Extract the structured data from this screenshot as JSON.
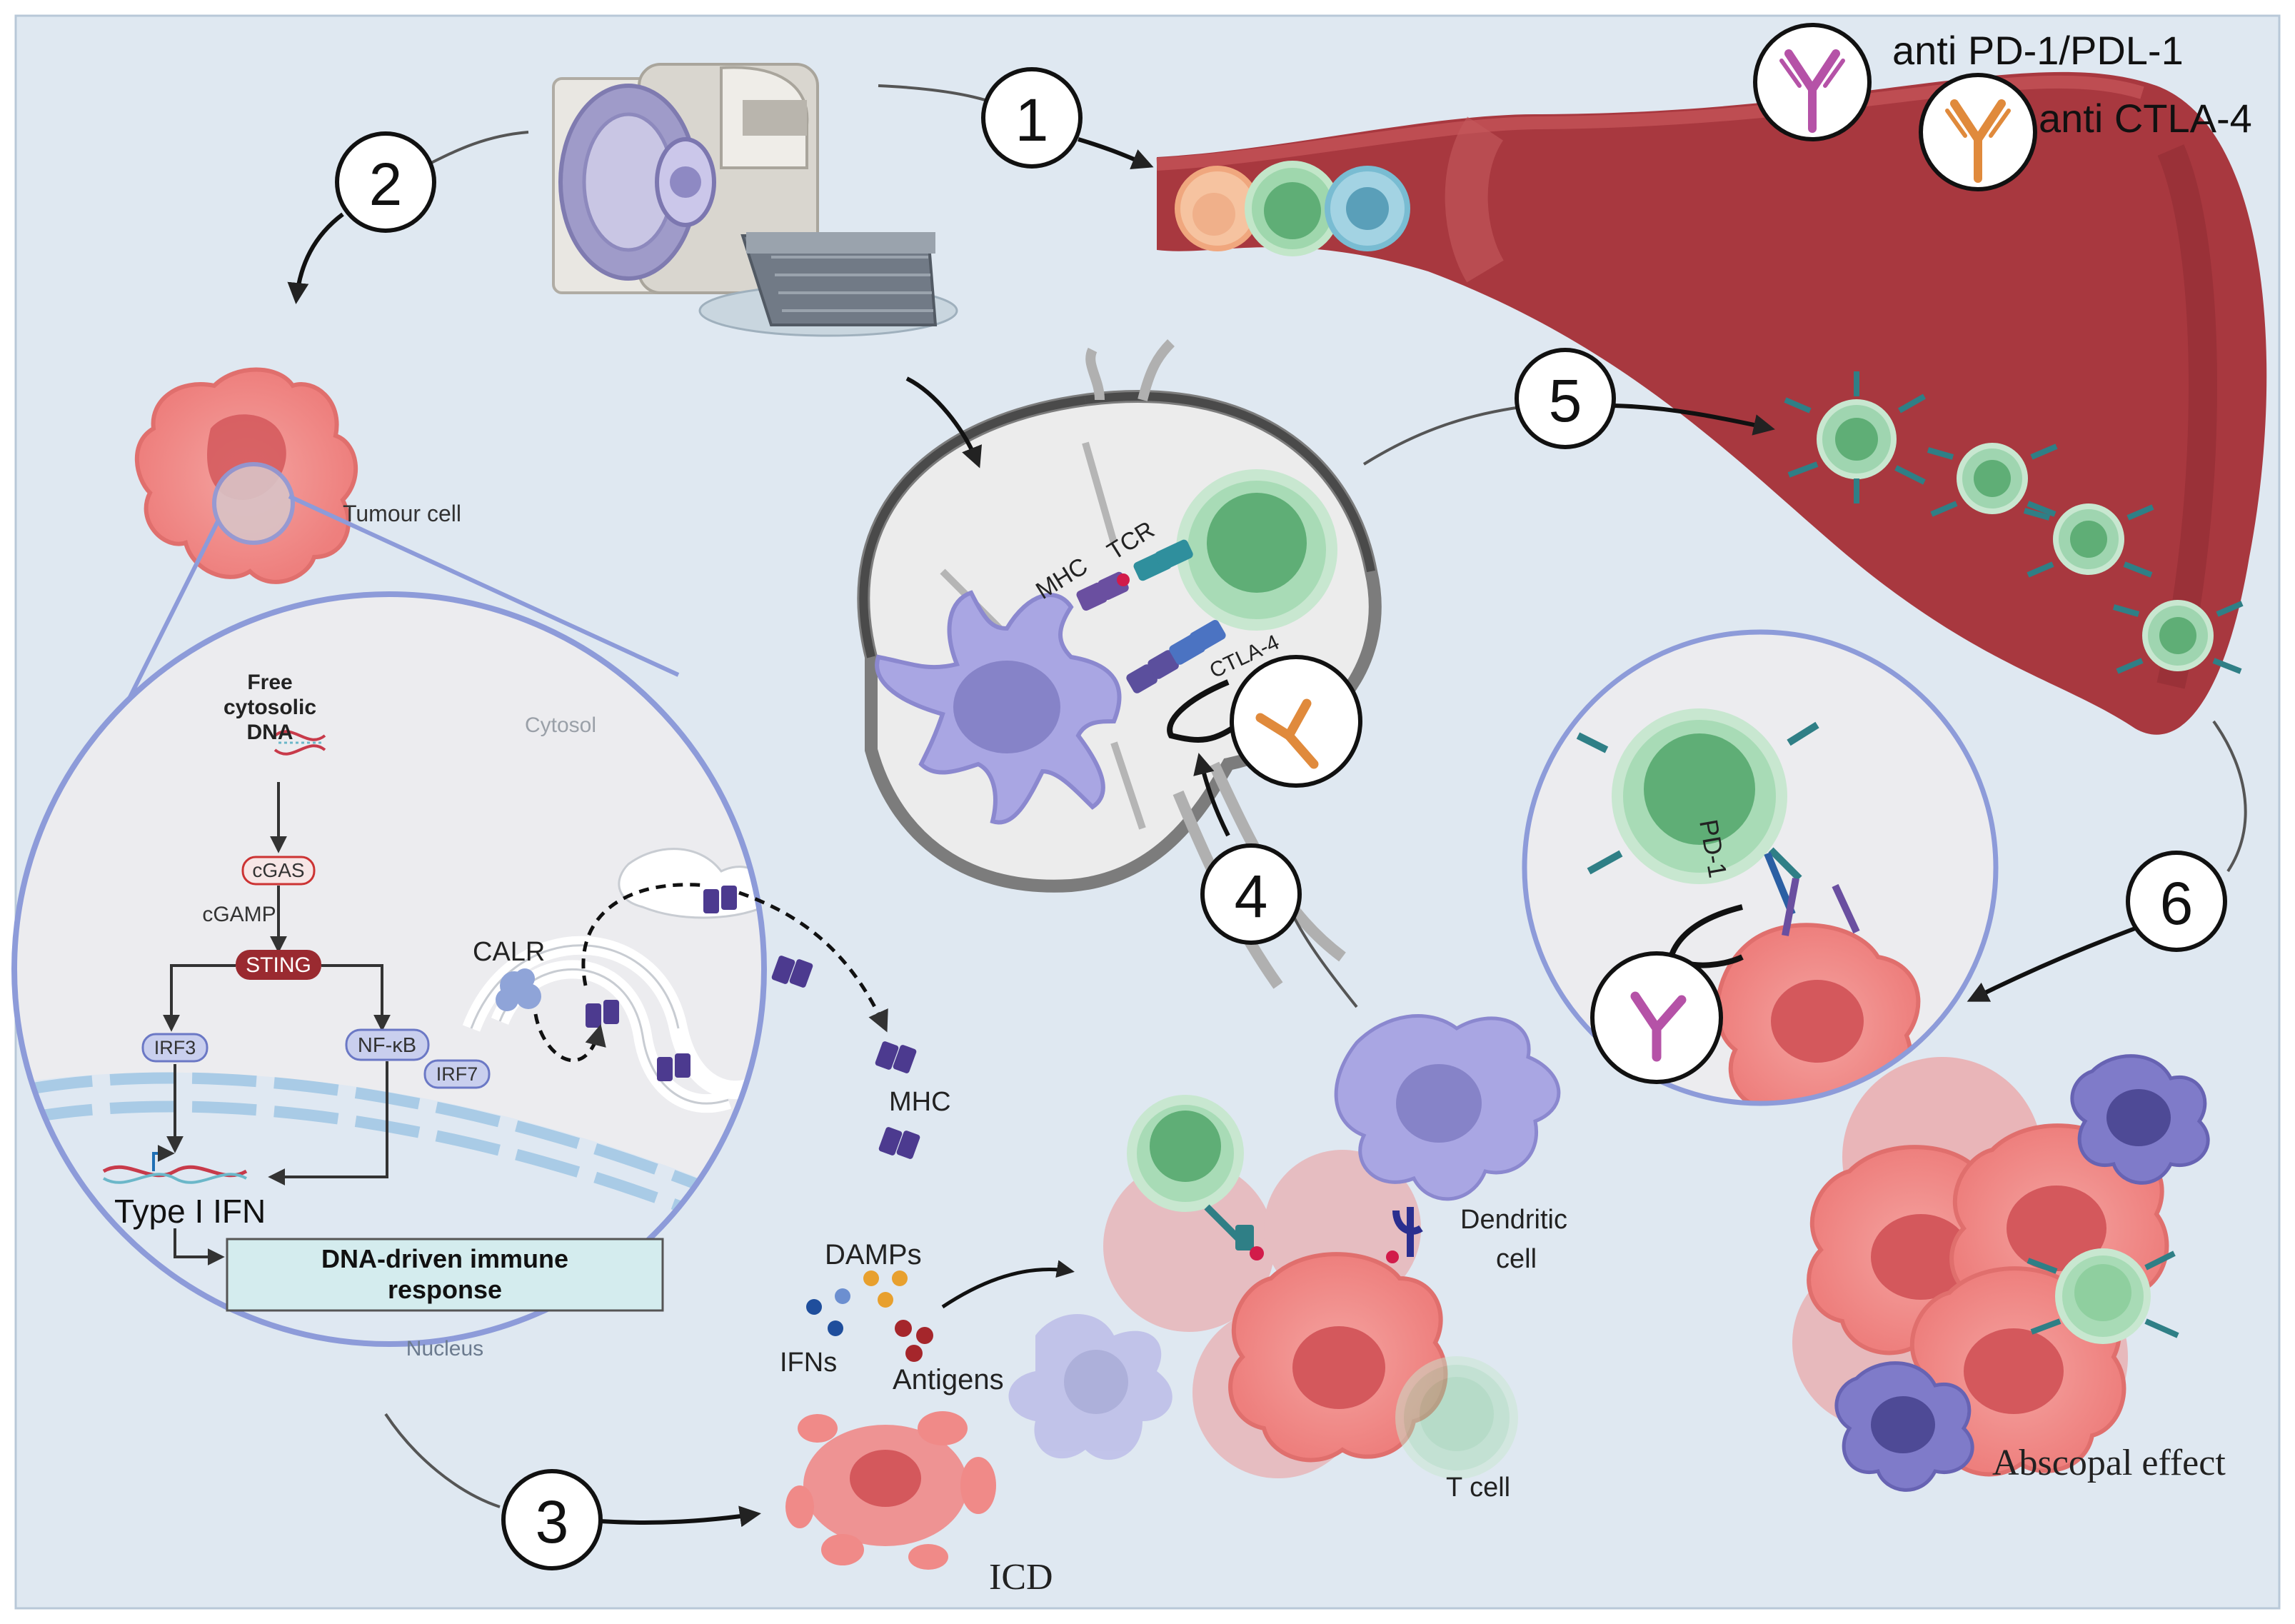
{
  "legend": {
    "items": [
      {
        "label": "anti PD-1/PDL-1",
        "color": "#b552a7"
      },
      {
        "label": "anti CTLA-4",
        "color": "#e08a3c"
      }
    ]
  },
  "steps": [
    "1",
    "2",
    "3",
    "4",
    "5",
    "6"
  ],
  "labels": {
    "tumour_cell": "Tumour cell",
    "mhc_lymph": "MHC",
    "tcr": "TCR",
    "ctla4": "CTLA-4",
    "pd1": "PD-1",
    "dendritic_cell": [
      "Dendritic",
      "cell"
    ],
    "t_cell": "T cell",
    "damps": "DAMPs",
    "ifns": "IFNs",
    "antigens": "Antigens",
    "icd": "ICD",
    "abscopal": "Abscopal effect"
  },
  "inset": {
    "free_dna": [
      "Free",
      "cytosolic",
      "DNA"
    ],
    "cytosol": "Cytosol",
    "cgas": "cGAS",
    "cgamp": "cGAMP",
    "sting": "STING",
    "irf3": "IRF3",
    "nfkb": "NF-κB",
    "irf7": "IRF7",
    "calr": "CALR",
    "mhc": "MHC",
    "type1ifn": "Type I IFN",
    "response": [
      "DNA-driven immune",
      "response"
    ],
    "nucleus": "Nucleus"
  },
  "colors": {
    "background": "#dfe8f1",
    "vessel": "#a8383f",
    "tumour": "#f08a88",
    "tcell": "#78c08e",
    "dendritic": "#a9a6e3",
    "inset_border": "#8d9bd9"
  }
}
